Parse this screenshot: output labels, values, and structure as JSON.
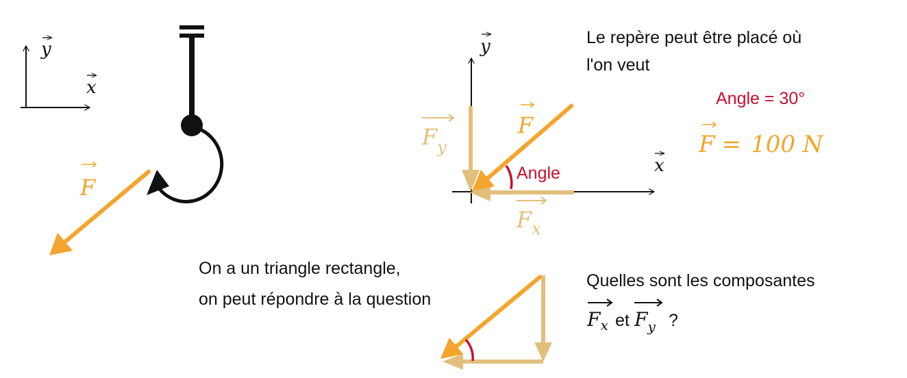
{
  "colors": {
    "force": "#f3a52d",
    "component": "#e2bf7d",
    "angle": "#c8102e",
    "ink": "#111111"
  },
  "icons": [
    "hook-icon",
    "rotation-arrow-icon"
  ],
  "axes_small": {
    "x_label": "x",
    "y_label": "y"
  },
  "axes_main": {
    "x_label": "x",
    "y_label": "y"
  },
  "hook_force": {
    "label": "F"
  },
  "decomposition": {
    "force_label": "F",
    "fx_letter": "F",
    "fx_sub": "x",
    "fy_letter": "F",
    "fy_sub": "y",
    "angle_label": "Angle"
  },
  "note_repere": {
    "line1": "Le repère peut être placé où",
    "line2": "l'on veut"
  },
  "given": {
    "angle_text": "Angle = 30°",
    "force_letter": "F",
    "force_eq": "=",
    "force_value": "100 N"
  },
  "note_triangle": {
    "line1": "On a un triangle rectangle,",
    "line2": "on peut répondre à la question"
  },
  "question": {
    "line1": "Quelles sont les composantes",
    "fx_letter": "F",
    "fx_sub": "x",
    "connector": "et",
    "fy_letter": "F",
    "fy_sub": "y",
    "end": "?"
  }
}
